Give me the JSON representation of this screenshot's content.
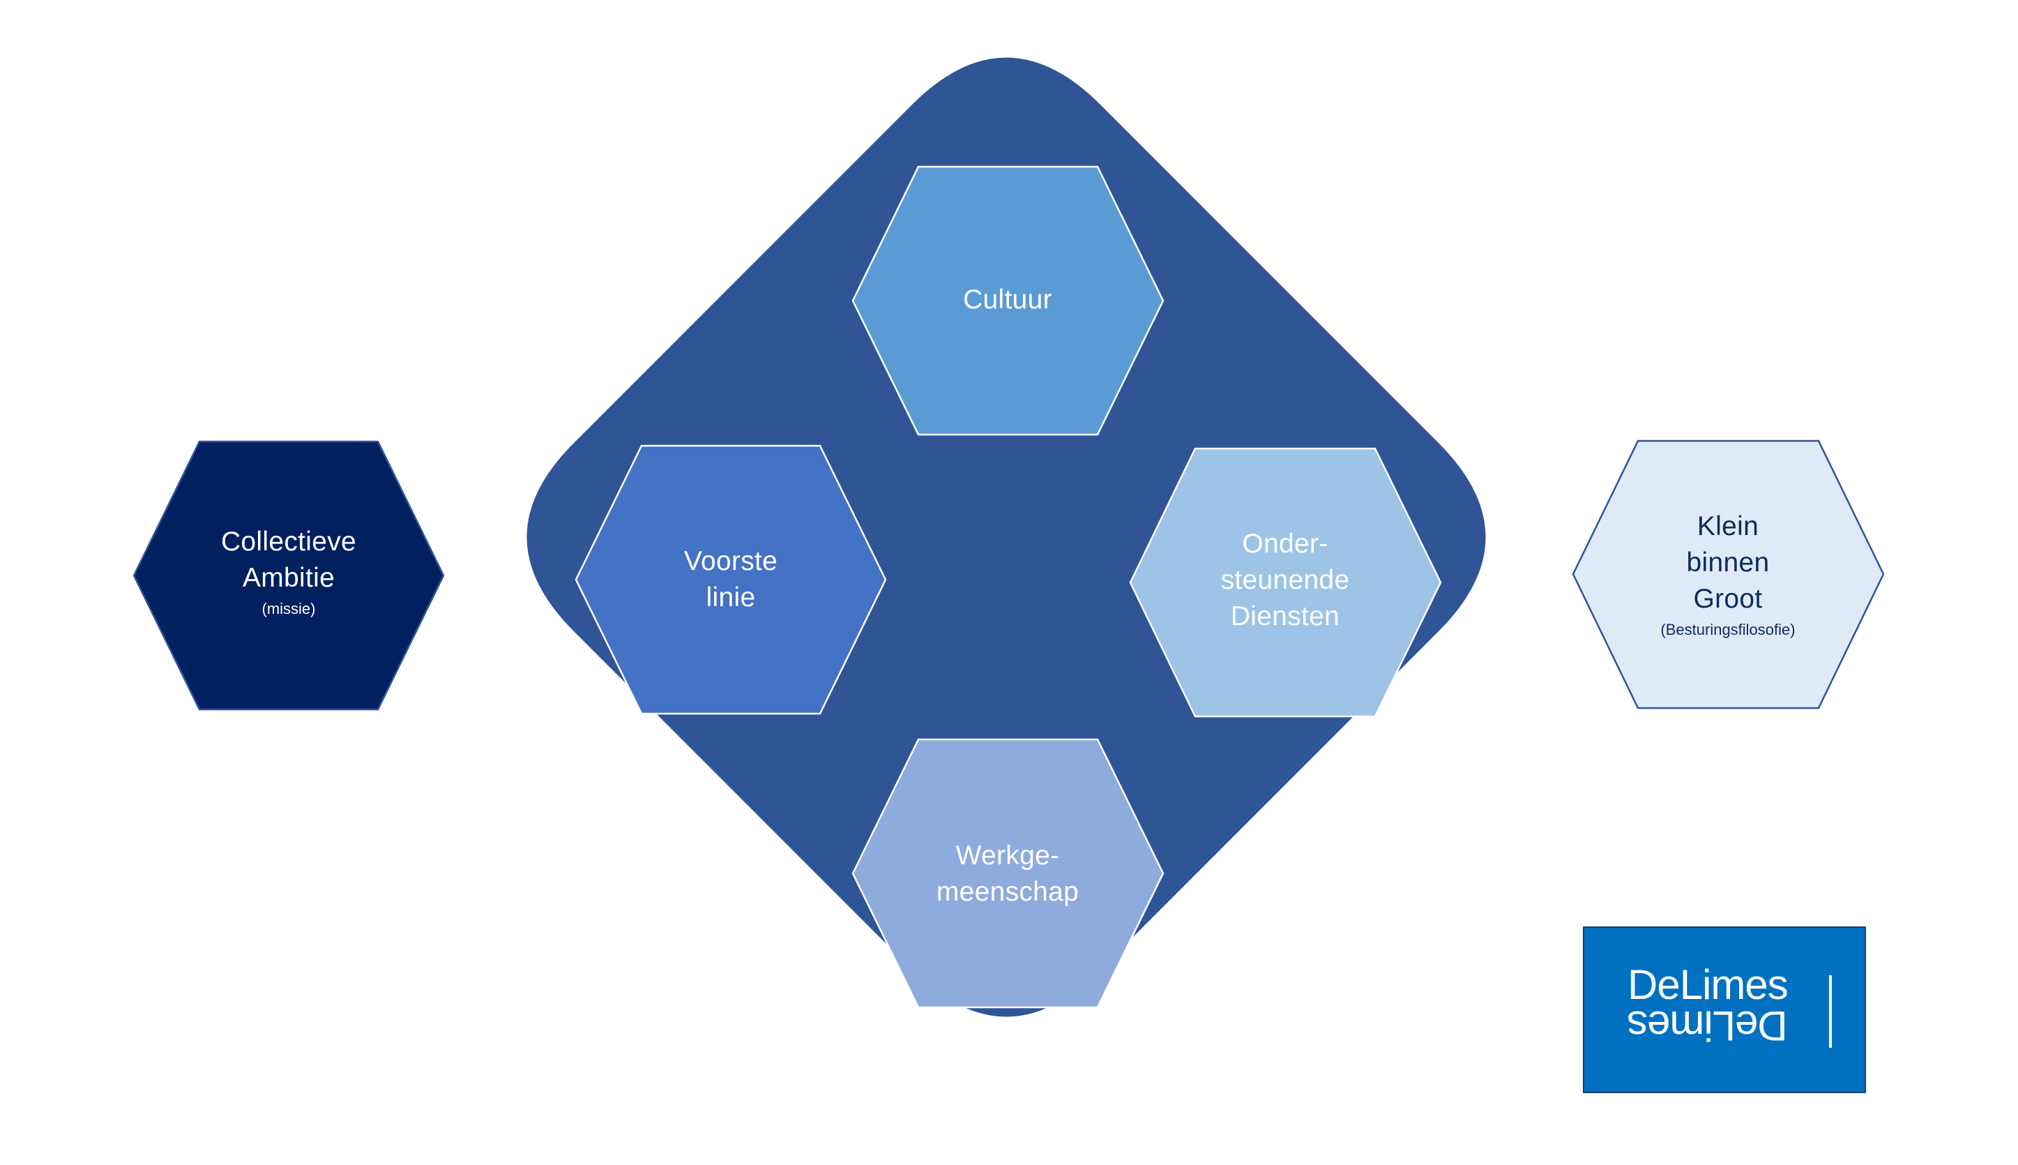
{
  "diagram": {
    "background_color": "#ffffff",
    "container_color": "#2f5597",
    "nodes": {
      "collectieve_ambitie": {
        "lines": [
          "Collectieve",
          "Ambitie"
        ],
        "sub": "(missie)",
        "fill": "#002060",
        "stroke": "#2f5597"
      },
      "cultuur": {
        "lines": [
          "Cultuur"
        ],
        "fill": "#5b9bd5",
        "stroke": "#ffffff"
      },
      "voorste_linie": {
        "lines": [
          "Voorste",
          "linie"
        ],
        "fill": "#4472c4",
        "stroke": "#ffffff"
      },
      "ondersteunende_diensten": {
        "lines": [
          "Onder-",
          "steunende",
          "Diensten"
        ],
        "fill": "#9dc3e6",
        "stroke": "#ffffff"
      },
      "werkgemeenschap": {
        "lines": [
          "Werkge-",
          "meenschap"
        ],
        "fill": "#8faadc",
        "stroke": "#ffffff"
      },
      "klein_binnen_groot": {
        "lines": [
          "Klein",
          "binnen",
          "Groot"
        ],
        "sub": "(Besturingsfilosofie)",
        "fill": "#deebf7",
        "stroke": "#2f5597"
      }
    }
  },
  "logo": {
    "part1": "De",
    "part2": "Limes",
    "background": "#0070c0"
  }
}
